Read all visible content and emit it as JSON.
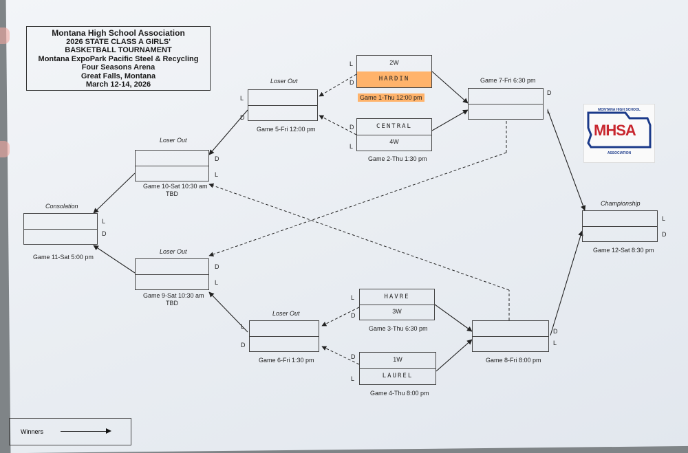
{
  "header": {
    "lines": [
      "Montana High School Association",
      "2026 STATE CLASS A GIRLS'",
      "BASKETBALL TOURNAMENT",
      "Montana ExpoPark Pacific Steel & Recycling",
      "Four Seasons Arena",
      "Great Falls, Montana",
      "March 12-14, 2026"
    ]
  },
  "logo": {
    "top_text": "MONTANA HIGH SCHOOL",
    "main_text": "MHSA",
    "bottom_text": "ASSOCIATION",
    "colors": {
      "red": "#c8262e",
      "blue": "#1b3a8a"
    }
  },
  "game1": {
    "top": "2W",
    "bottom": "HARDIN",
    "caption": "Game 1-Thu 12:00 pm",
    "top_side": "L",
    "bottom_side": "D"
  },
  "game2": {
    "top": "CENTRAL",
    "bottom": "4W",
    "caption": "Game 2-Thu 1:30 pm",
    "top_side": "D",
    "bottom_side": "L"
  },
  "game3": {
    "top": "HAVRE",
    "bottom": "3W",
    "caption": "Game 3-Thu 6:30 pm",
    "top_side": "L",
    "bottom_side": "D"
  },
  "game4": {
    "top": "1W",
    "bottom": "LAUREL",
    "caption": "Game 4-Thu 8:00 pm",
    "top_side": "D",
    "bottom_side": "L"
  },
  "game5": {
    "title": "Loser Out",
    "caption": "Game 5-Fri 12:00 pm",
    "top_side": "L",
    "bottom_side": "D"
  },
  "game6": {
    "title": "Loser Out",
    "caption": "Game 6-Fri 1:30 pm",
    "top_side": "L",
    "bottom_side": "D"
  },
  "game7": {
    "caption": "Game 7-Fri 6:30 pm",
    "top_side": "D",
    "bottom_side": "L"
  },
  "game8": {
    "caption": "Game 8-Fri 8:00 pm",
    "top_side": "D",
    "bottom_side": "L"
  },
  "game9": {
    "title": "Loser Out",
    "caption": "Game 9-Sat 10:30 am",
    "sub": "TBD",
    "top_side": "D",
    "bottom_side": "L"
  },
  "game10": {
    "title": "Loser Out",
    "caption": "Game 10-Sat 10:30 am",
    "sub": "TBD",
    "top_side": "D",
    "bottom_side": "L"
  },
  "game11": {
    "title": "Consolation",
    "caption": "Game 11-Sat 5:00 pm",
    "top_side": "L",
    "bottom_side": "D"
  },
  "game12": {
    "title": "Championship",
    "caption": "Game 12-Sat 8:30 pm",
    "top_side": "L",
    "bottom_side": "D"
  },
  "legend": {
    "label": "Winners"
  }
}
